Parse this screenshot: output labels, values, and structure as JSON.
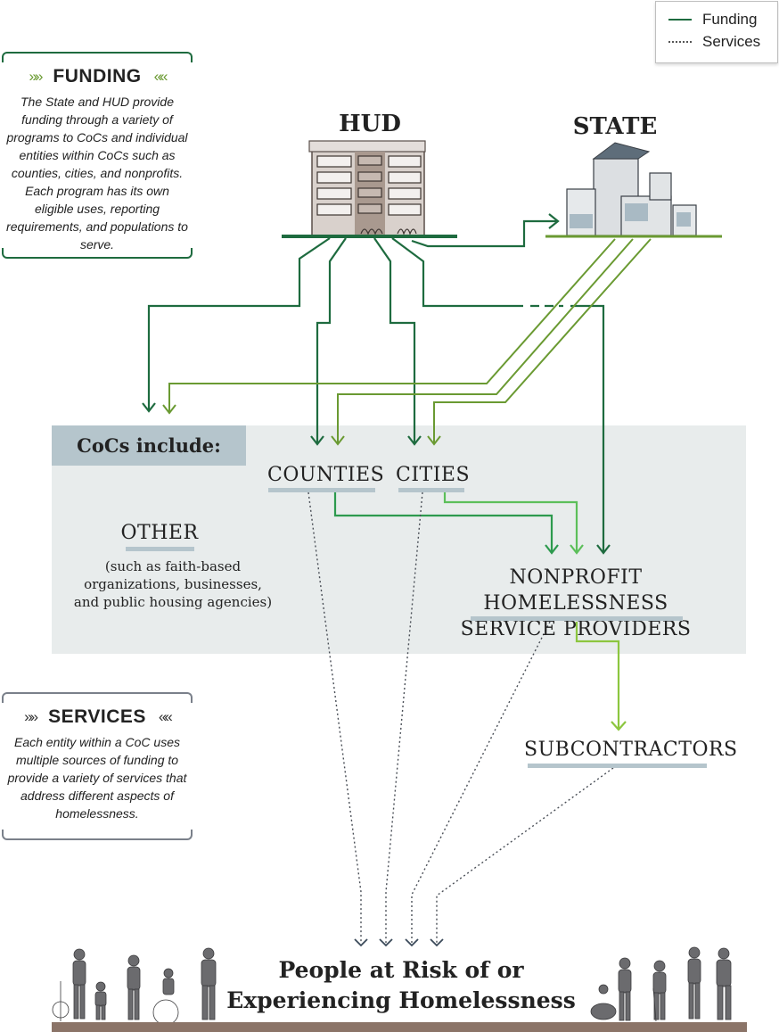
{
  "legend": {
    "items": [
      {
        "label": "Funding",
        "style": "solid",
        "color": "#1e6b3f"
      },
      {
        "label": "Services",
        "style": "dotted",
        "color": "#555555"
      }
    ]
  },
  "funding_box": {
    "title": "FUNDING",
    "chevron_left": "»»",
    "chevron_right": "««",
    "text": "The State and HUD provide funding through a variety of programs to CoCs and individual entities within CoCs such as counties, cities, and nonprofits. Each program has its own eligible uses, reporting requirements, and populations to serve.",
    "accent": "#1e6b3f"
  },
  "services_box": {
    "title": "SERVICES",
    "chevron_left": "»»",
    "chevron_right": "««",
    "text": "Each entity within a CoC uses multiple sources of funding to provide a variety of services that address different aspects of homelessness.",
    "accent": "#7a808a"
  },
  "sources": {
    "hud": {
      "label": "HUD"
    },
    "state": {
      "label": "STATE"
    }
  },
  "coc": {
    "label": "CoCs include:",
    "entities": {
      "counties": "COUNTIES",
      "cities": "CITIES",
      "other": "OTHER",
      "other_note": "(such as faith-based organizations, businesses, and public housing agencies)",
      "nonprofit_line1": "NONPROFIT HOMELESSNESS",
      "nonprofit_line2": "SERVICE PROVIDERS"
    }
  },
  "subcontractors": {
    "label": "SUBCONTRACTORS"
  },
  "people": {
    "line1": "People at Risk of or",
    "line2": "Experiencing Homelessness"
  },
  "colors": {
    "hud_green": "#1e6b3f",
    "state_green": "#6a9a32",
    "county_green": "#2d9a4e",
    "city_green": "#5cbf5a",
    "sub_green": "#8cc63f",
    "coc_bg": "#e8ecec",
    "underline": "#b5c5cc",
    "services_dot": "#555555"
  }
}
